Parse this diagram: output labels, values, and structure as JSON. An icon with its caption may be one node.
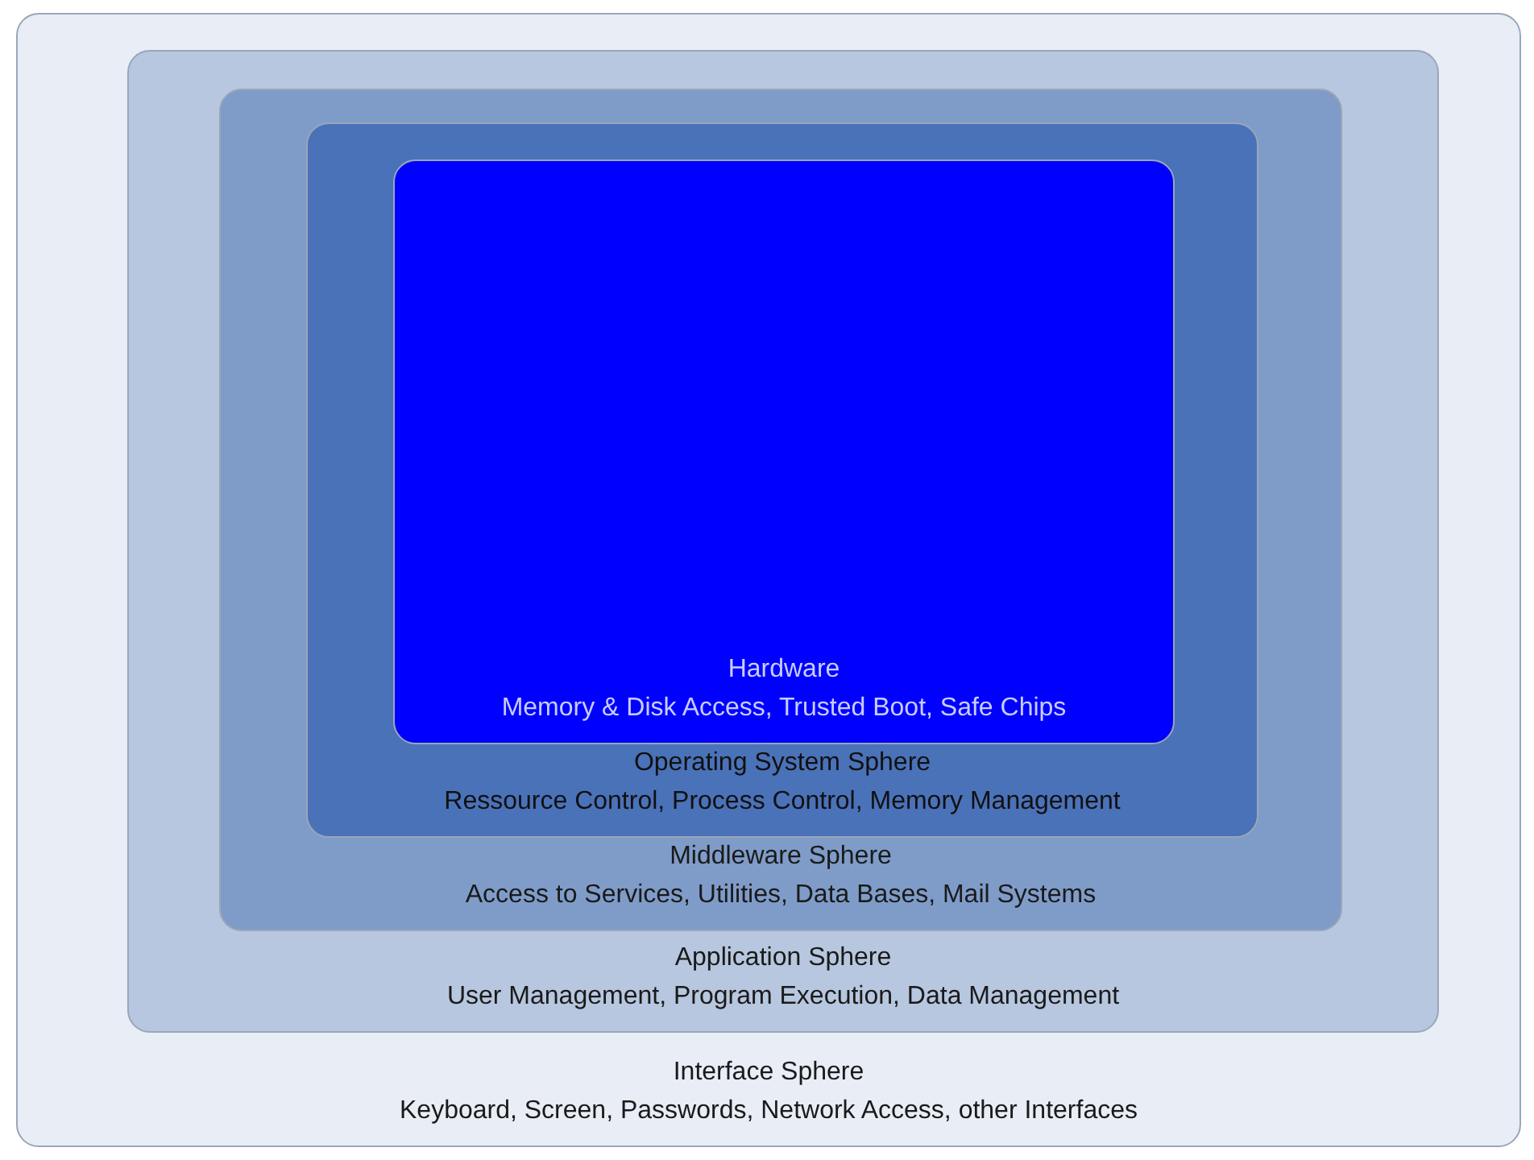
{
  "diagram": {
    "nodes": [
      {
        "text": [
          "Interface Sphere",
          "Keyboard, Screen, Passwords, Network Access, other Interfaces"
        ]
      },
      {
        "text": [
          "Application Sphere",
          "User Management, Program Execution, Data Management"
        ],
        "in": 0
      },
      {
        "text": [
          "Middleware Sphere",
          "Access to Services, Utilities, Data Bases, Mail Systems"
        ],
        "in": 1
      },
      {
        "text": [
          "Operating System Sphere",
          "Ressource Control, Process Control, Memory Management"
        ],
        "in": 2
      },
      {
        "text": [
          "Hardware",
          "Memory & Disk Access, Trusted Boot, Safe Chips"
        ],
        "in": 3
      }
    ]
  }
}
